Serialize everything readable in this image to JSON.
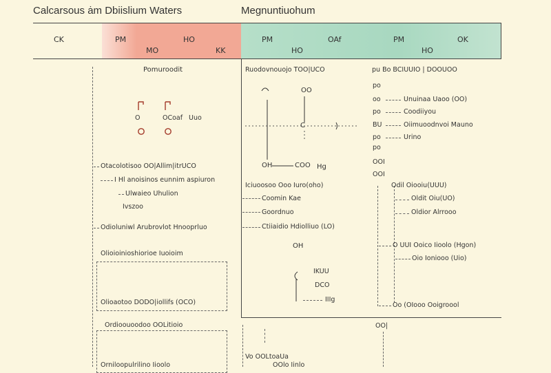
{
  "titles": {
    "left": "Calcarsous ȧm Dbiislium Waters",
    "right": "Megnuntiuohum"
  },
  "header": {
    "col1": "CK",
    "col2a": "PM",
    "col2b": "HO",
    "col2c": "MO",
    "col2d": "KK",
    "col3a": "PM",
    "col3b": "HO",
    "col3c": "OAf",
    "col4a": "PM",
    "col4b": "HO",
    "col4c": "OK"
  },
  "left_panel": {
    "heading": "Pomuroodit",
    "mol_label": "OCoaf",
    "mol_label2": "Uuo",
    "step1": "Otacolotisoo OO|Allim|itrUCO",
    "step2": "I Hl anoisinos eunnim aspiuron",
    "step3": "Ulwaieo Uhulion",
    "step4": "Ivszoo",
    "step5": "Odioluniwl Arubrovlot Hnooprluo",
    "step6": "Olioioinioshiorioe Iuoioim",
    "step7": "Olioaotoo DODO|iollifs (OCO)",
    "step8": "Ordioouoodoo OOLitioio",
    "step9": "Orniloopulrilino Iioolo"
  },
  "mid_panel": {
    "heading": "Ruodovnouojo TOO|UCO",
    "atom_top": "OO",
    "atom_c": "C",
    "atom_bl": "OH",
    "atom_br": "COO",
    "atom_br2": "Hg",
    "mid1": "Iciuoosoo Ooo Iuro(oho)",
    "mid2": "Coomin Kae",
    "mid3": "Goordnuo",
    "mid4": "Ctiiaidio Hdiolliuo (LO)",
    "atom2_top": "OH",
    "atom2_r1": "IKUU",
    "atom2_r2": "DCO",
    "atom2_r3": "IIIg",
    "bottom1": "Vo OOLtoaUa",
    "bottom2": "OOlo Iinlo"
  },
  "right_panel": {
    "heading": "pu Bo BCIUUIO | DOOUOO",
    "r1": "po",
    "r2": "oo",
    "r2v": "Unuinaa Uaoo (OO)",
    "r3": "po",
    "r3v": "Coodiiyou",
    "r4": "BU",
    "r4v": "Oiimuoodnvoi Mauno",
    "r5": "po",
    "r5v": "Urino",
    "r6": "po",
    "r7": "OOI",
    "r8": "OOI",
    "s1": "Odil Oiooiu(UUU)",
    "s2": "Oldit Oiu(UO)",
    "s3": "Oldior Alrrooo",
    "s4": "O UUI Ooico Iioolo (Hgon)",
    "s5": "Oio Ioniooo (Uio)",
    "s6": "Oo (OIooo Ooigroool",
    "s7": "OO|"
  },
  "colors": {
    "background": "#fbf6df",
    "pink_band": "#f2a895",
    "green_band": "#a8d8c0",
    "molecule_red": "#a33a2a"
  }
}
